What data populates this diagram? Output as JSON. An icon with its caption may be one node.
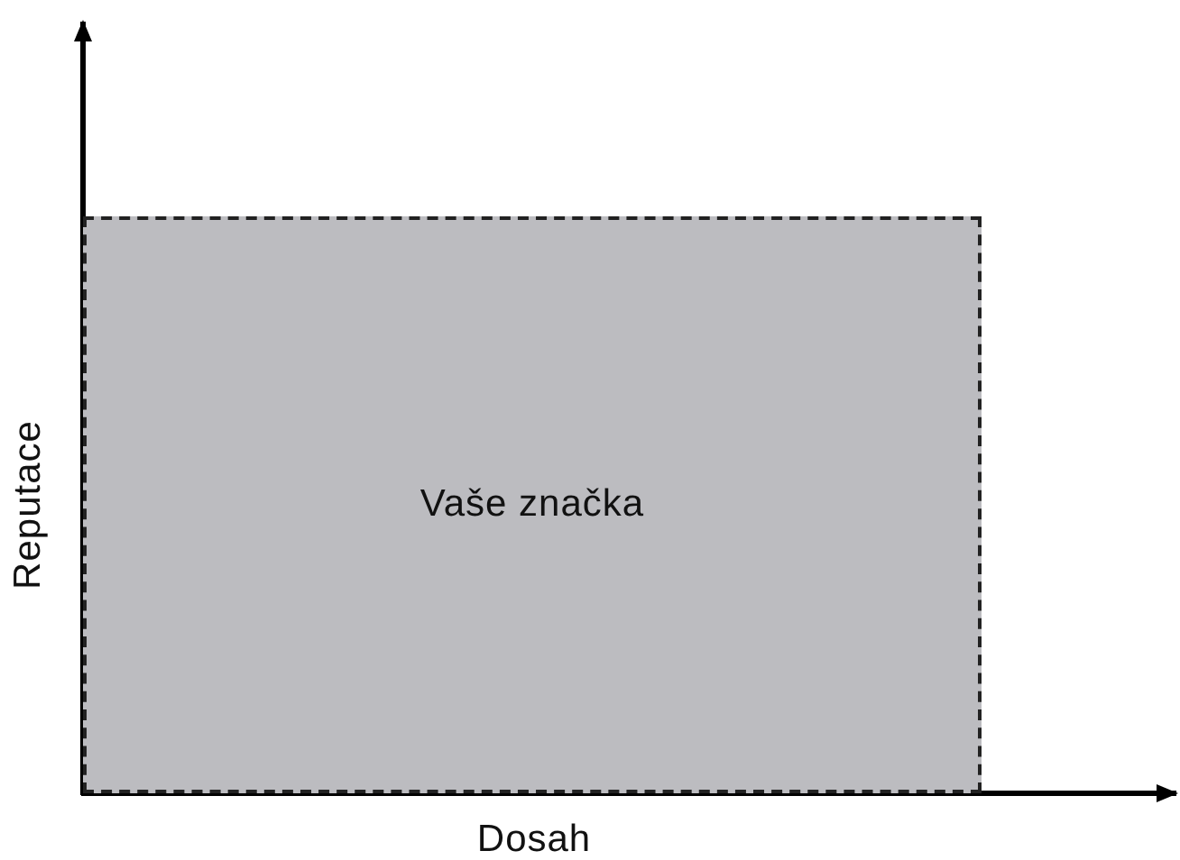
{
  "diagram": {
    "nodes": [
      {
        "text": [
          "Vaše značka"
        ]
      }
    ],
    "labels": [
      "Reputace",
      "Dosah"
    ]
  }
}
